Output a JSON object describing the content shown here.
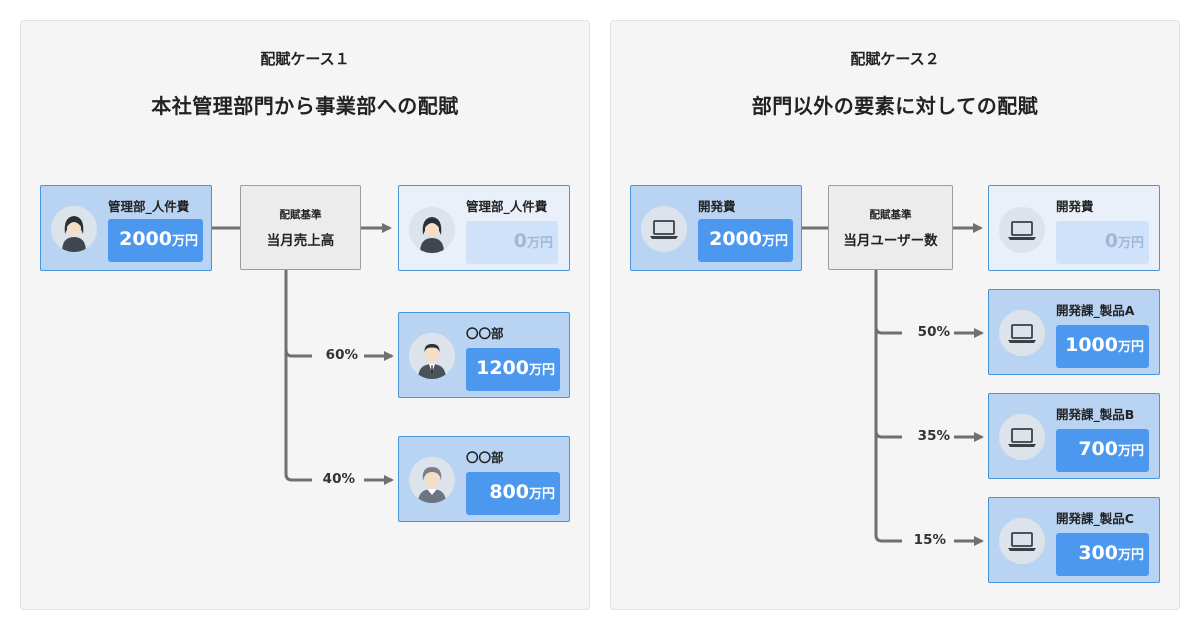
{
  "case1": {
    "label": "配賦ケース１",
    "title": "本社管理部門から事業部への配賦",
    "source": {
      "name": "管理部_人件費",
      "amount": "2000",
      "unit": "万円",
      "icon": "woman-avatar-icon"
    },
    "basis": {
      "label": "配賦基準",
      "value": "当月売上高"
    },
    "targets": [
      {
        "name": "管理部_人件費",
        "amount": "0",
        "unit": "万円",
        "icon": "woman-avatar-icon",
        "percent": ""
      },
      {
        "name": "〇〇部",
        "amount": "1200",
        "unit": "万円",
        "icon": "man-suit-avatar-icon",
        "percent": "60%"
      },
      {
        "name": "〇〇部",
        "amount": "800",
        "unit": "万円",
        "icon": "woman-short-hair-avatar-icon",
        "percent": "40%"
      }
    ]
  },
  "case2": {
    "label": "配賦ケース２",
    "title": "部門以外の要素に対しての配賦",
    "source": {
      "name": "開発費",
      "amount": "2000",
      "unit": "万円",
      "icon": "laptop-icon"
    },
    "basis": {
      "label": "配賦基準",
      "value": "当月ユーザー数"
    },
    "targets": [
      {
        "name": "開発費",
        "amount": "0",
        "unit": "万円",
        "icon": "laptop-icon",
        "percent": ""
      },
      {
        "name": "開発課_製品A",
        "amount": "1000",
        "unit": "万円",
        "icon": "laptop-icon",
        "percent": "50%"
      },
      {
        "name": "開発課_製品B",
        "amount": "700",
        "unit": "万円",
        "icon": "laptop-icon",
        "percent": "35%"
      },
      {
        "name": "開発課_製品C",
        "amount": "300",
        "unit": "万円",
        "icon": "laptop-icon",
        "percent": "15%"
      }
    ]
  },
  "colors": {
    "node_fill": "#b9d4f3",
    "node_border": "#4a95d8",
    "amount_fill": "#4d98ef",
    "zero_amount_fill": "#cfe2fa",
    "connector": "#707070"
  }
}
